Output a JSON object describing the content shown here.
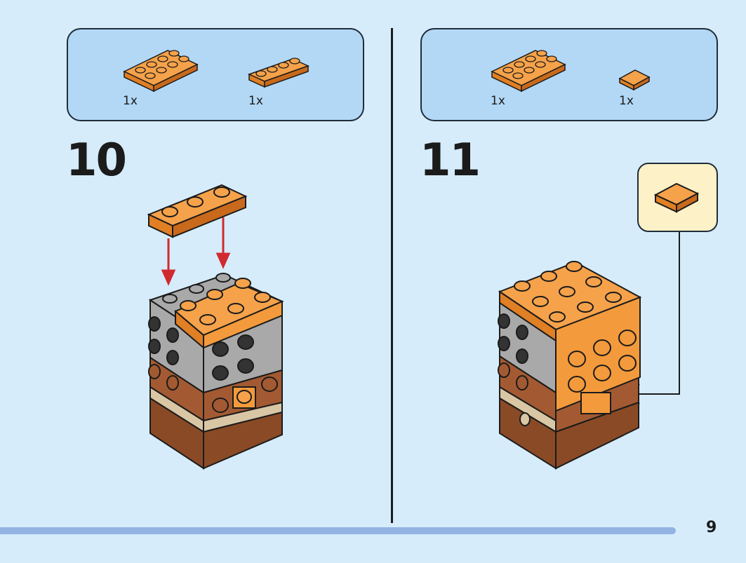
{
  "steps": [
    {
      "number": "10",
      "parts": [
        {
          "name": "plate-2x4",
          "qty": "1x"
        },
        {
          "name": "plate-1x4",
          "qty": "1x"
        }
      ]
    },
    {
      "number": "11",
      "parts": [
        {
          "name": "plate-2x4",
          "qty": "1x"
        },
        {
          "name": "tile-1x1",
          "qty": "1x"
        }
      ]
    }
  ],
  "page_number": "9",
  "colors": {
    "background": "#d6ecfb",
    "parts_panel": "#b3d8f5",
    "callout_panel": "#fdf1c8",
    "brick_orange": "#f39a3c",
    "brick_gray": "#a9a9a9",
    "brick_brown": "#a35a32",
    "brick_tan": "#d9c6a4",
    "arrow_red": "#d02a2f",
    "bottom_bar": "#93b3e2"
  }
}
